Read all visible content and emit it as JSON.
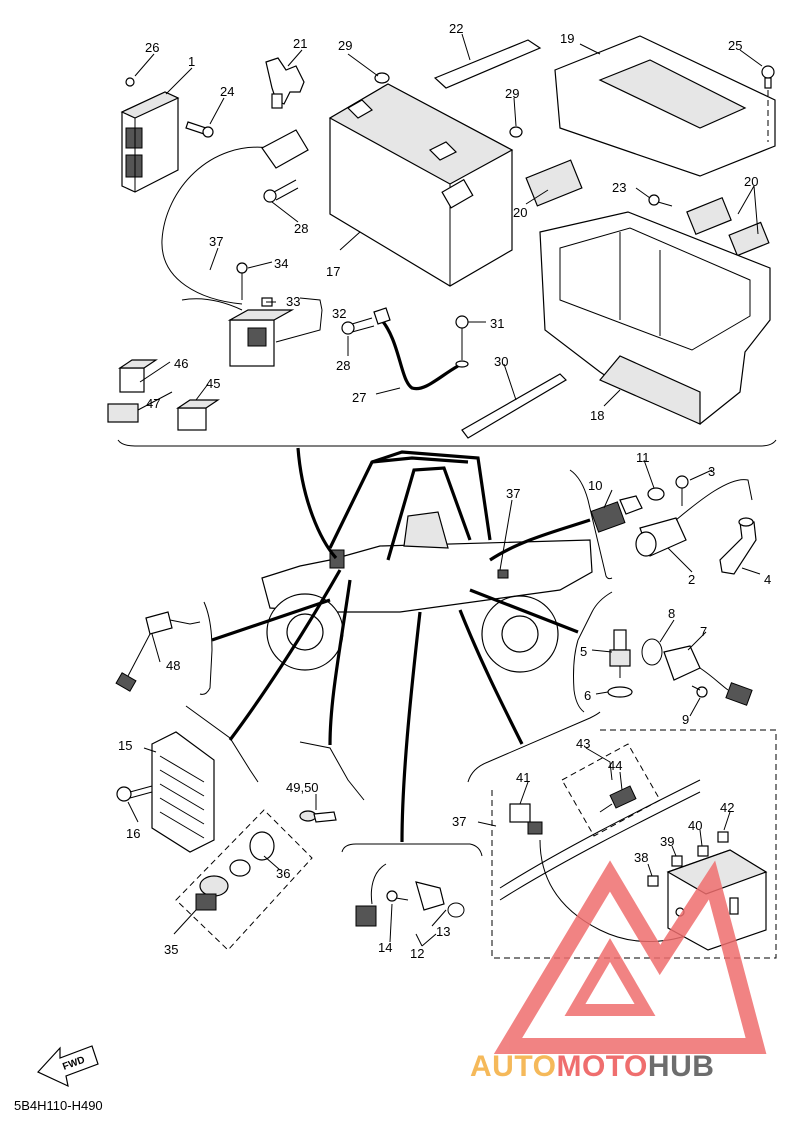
{
  "diagram_code": "5B4H110-H490",
  "fwd_label": "FWD",
  "watermark": {
    "part1": "AUTO",
    "part2": "MOTO",
    "part3": "HUB"
  },
  "labels": [
    {
      "id": "26",
      "text": "26"
    },
    {
      "id": "1",
      "text": "1"
    },
    {
      "id": "24",
      "text": "24"
    },
    {
      "id": "21",
      "text": "21"
    },
    {
      "id": "29a",
      "text": "29"
    },
    {
      "id": "22",
      "text": "22"
    },
    {
      "id": "19",
      "text": "19"
    },
    {
      "id": "25",
      "text": "25"
    },
    {
      "id": "29b",
      "text": "29"
    },
    {
      "id": "28a",
      "text": "28"
    },
    {
      "id": "37a",
      "text": "37"
    },
    {
      "id": "34",
      "text": "34"
    },
    {
      "id": "17",
      "text": "17"
    },
    {
      "id": "20a",
      "text": "20"
    },
    {
      "id": "23",
      "text": "23"
    },
    {
      "id": "20b",
      "text": "20"
    },
    {
      "id": "33",
      "text": "33"
    },
    {
      "id": "32",
      "text": "32"
    },
    {
      "id": "31",
      "text": "31"
    },
    {
      "id": "28b",
      "text": "28"
    },
    {
      "id": "46",
      "text": "46"
    },
    {
      "id": "47",
      "text": "47"
    },
    {
      "id": "45",
      "text": "45"
    },
    {
      "id": "30",
      "text": "30"
    },
    {
      "id": "27",
      "text": "27"
    },
    {
      "id": "18",
      "text": "18"
    },
    {
      "id": "11",
      "text": "11"
    },
    {
      "id": "3",
      "text": "3"
    },
    {
      "id": "10",
      "text": "10"
    },
    {
      "id": "37b",
      "text": "37"
    },
    {
      "id": "2",
      "text": "2"
    },
    {
      "id": "4",
      "text": "4"
    },
    {
      "id": "8",
      "text": "8"
    },
    {
      "id": "7",
      "text": "7"
    },
    {
      "id": "5",
      "text": "5"
    },
    {
      "id": "6",
      "text": "6"
    },
    {
      "id": "9",
      "text": "9"
    },
    {
      "id": "48",
      "text": "48"
    },
    {
      "id": "15",
      "text": "15"
    },
    {
      "id": "43",
      "text": "43"
    },
    {
      "id": "44",
      "text": "44"
    },
    {
      "id": "41",
      "text": "41"
    },
    {
      "id": "16",
      "text": "16"
    },
    {
      "id": "4950",
      "text": "49,50"
    },
    {
      "id": "42",
      "text": "42"
    },
    {
      "id": "37c",
      "text": "37"
    },
    {
      "id": "39",
      "text": "39"
    },
    {
      "id": "40",
      "text": "40"
    },
    {
      "id": "36",
      "text": "36"
    },
    {
      "id": "38",
      "text": "38"
    },
    {
      "id": "13",
      "text": "13"
    },
    {
      "id": "14",
      "text": "14"
    },
    {
      "id": "12",
      "text": "12"
    },
    {
      "id": "35",
      "text": "35"
    }
  ],
  "colors": {
    "line": "#000000",
    "watermark_red": "#ef6e6e",
    "watermark_orange": "#f5b95a",
    "watermark_gray": "#6d6d6d"
  }
}
